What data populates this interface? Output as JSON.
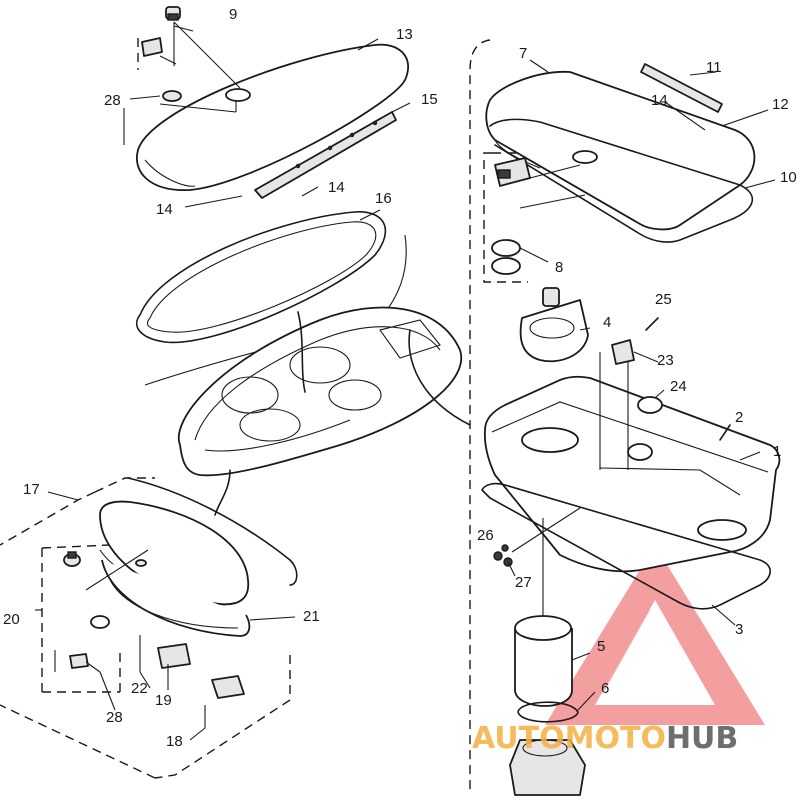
{
  "callouts": {
    "c1": "1",
    "c2": "2",
    "c3": "3",
    "c4": "4",
    "c5": "5",
    "c6": "6",
    "c7": "7",
    "c8": "8",
    "c9": "9",
    "c10": "10",
    "c11": "11",
    "c12": "12",
    "c13": "13",
    "c14a": "14",
    "c14b": "14",
    "c14c": "14",
    "c15": "15",
    "c16": "16",
    "c17": "17",
    "c18": "18",
    "c19": "19",
    "c20": "20",
    "c21": "21",
    "c22": "22",
    "c23": "23",
    "c24": "24",
    "c25": "25",
    "c26": "26",
    "c27": "27",
    "c28a": "28",
    "c28b": "28"
  },
  "watermark": {
    "word_a": "AUTOMOTO",
    "word_b": "HUB",
    "color_a": "#f5b041",
    "color_b": "#555555",
    "logo_color": "#f08080"
  }
}
